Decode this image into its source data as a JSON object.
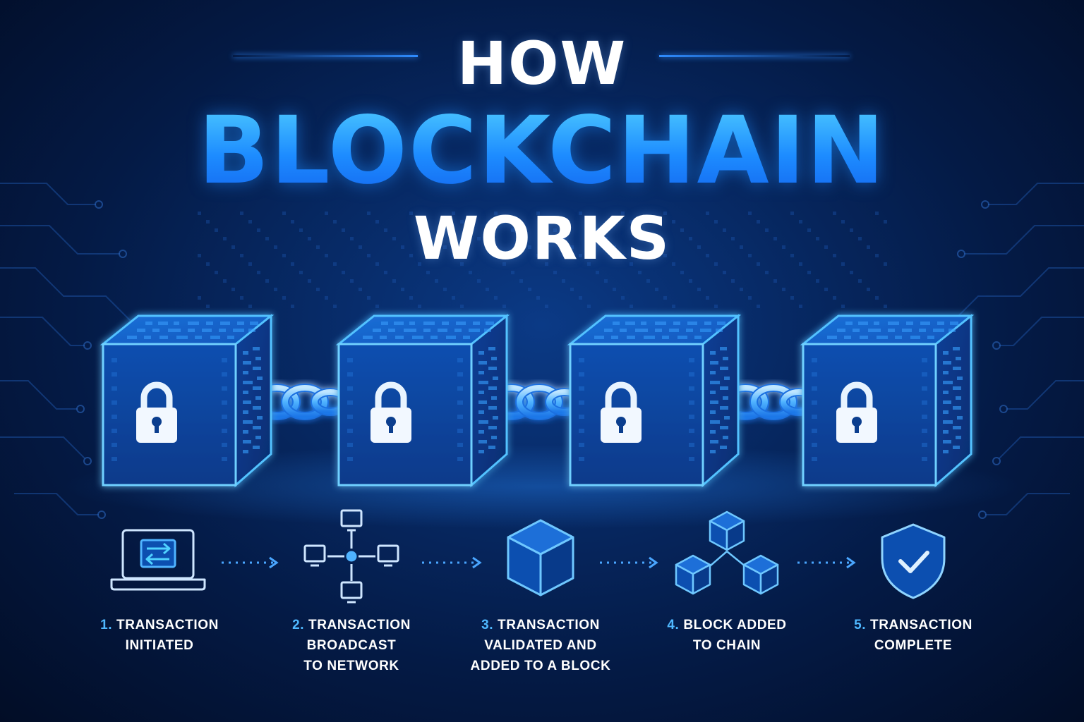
{
  "title": {
    "line1": "HOW",
    "line2": "BLOCKCHAIN",
    "line3": "WORKS"
  },
  "colors": {
    "background": "#041a45",
    "accent": "#1d8cff",
    "accent_light": "#4cc8ff",
    "text": "#ffffff",
    "step_number": "#4fb8ff"
  },
  "blocks": [
    {
      "icon": "padlock-icon"
    },
    {
      "icon": "padlock-icon"
    },
    {
      "icon": "padlock-icon"
    },
    {
      "icon": "padlock-icon"
    }
  ],
  "steps": [
    {
      "number": "1.",
      "text": "TRANSACTION\nINITIATED",
      "icon": "laptop-transfer-icon"
    },
    {
      "number": "2.",
      "text": "TRANSACTION\nBROADCAST\nTO NETWORK",
      "icon": "network-nodes-icon"
    },
    {
      "number": "3.",
      "text": "TRANSACTION\nVALIDATED AND\nADDED TO A BLOCK",
      "icon": "cube-icon"
    },
    {
      "number": "4.",
      "text": "BLOCK ADDED\nTO CHAIN",
      "icon": "connected-cubes-icon"
    },
    {
      "number": "5.",
      "text": "TRANSACTION\nCOMPLETE",
      "icon": "shield-check-icon"
    }
  ]
}
